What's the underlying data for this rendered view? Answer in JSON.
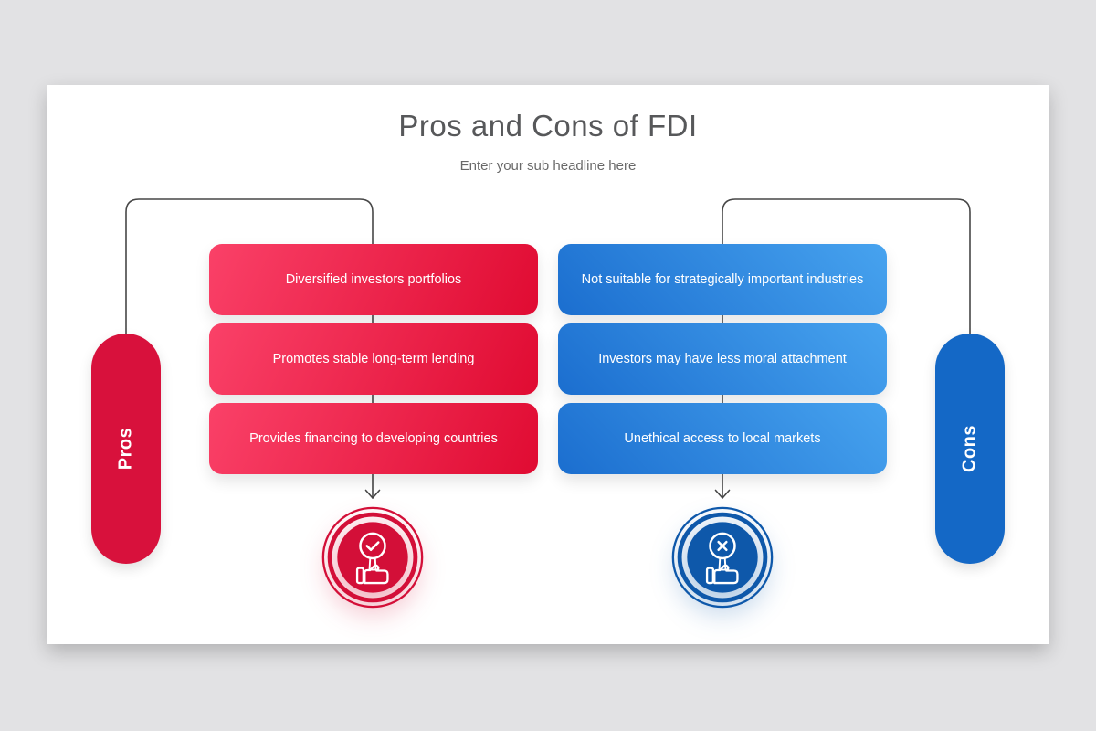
{
  "header": {
    "title": "Pros and Cons of FDI",
    "subtitle": "Enter your sub headline here"
  },
  "pros": {
    "label": "Pros",
    "items": [
      "Diversified investors portfolios",
      "Promotes stable long-term lending",
      "Provides financing to developing countries"
    ],
    "icon": "thumbs-up-check-icon",
    "pill_color": "#d8113c",
    "gradient_start": "#fa4168",
    "gradient_end": "#e00b32",
    "badge_color": "#d30f38"
  },
  "cons": {
    "label": "Cons",
    "items": [
      "Not suitable for strategically important industries",
      "Investors may have less moral attachment",
      "Unethical access to local markets"
    ],
    "icon": "thumbs-up-cross-icon",
    "pill_color": "#1468c6",
    "gradient_start": "#1b6ecf",
    "gradient_end": "#47a3ef",
    "badge_color": "#0e58aa"
  },
  "connector_color": "#474747",
  "background_color": "#e2e2e4",
  "text_colors": {
    "title": "#57585a",
    "subtitle": "#696969",
    "box_text": "#ffffff"
  }
}
